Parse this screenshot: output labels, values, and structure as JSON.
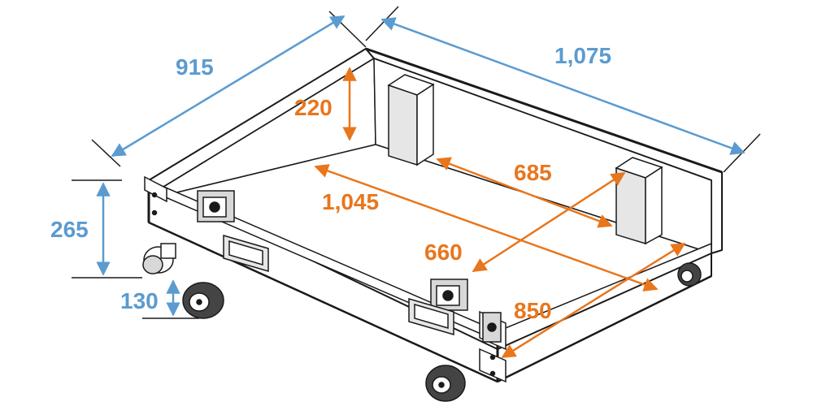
{
  "colors": {
    "outer_dimension": "#5b9bd0",
    "inner_dimension": "#e8761d",
    "case_outline": "#1a1a1a",
    "case_fill": "#ffffff",
    "case_shade": "#e6e6e6"
  },
  "outer_dimensions": {
    "depth_label": "915",
    "length_label": "1,075",
    "height_label": "265",
    "wheel_height_label": "130"
  },
  "inner_dimensions": {
    "height_label": "220",
    "block_spacing_label": "685",
    "length_label": "1,045",
    "width_label": "660",
    "floor_width_label": "850"
  }
}
